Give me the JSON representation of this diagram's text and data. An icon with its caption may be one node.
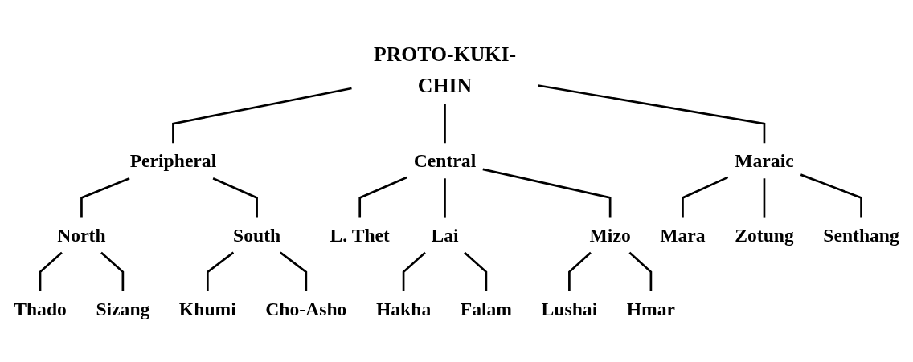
{
  "diagram": {
    "nodes": [
      {
        "text": [
          "PROTO-KUKI-CHIN"
        ]
      },
      {
        "text": [
          "Peripheral"
        ]
      },
      {
        "text": [
          "Central"
        ]
      },
      {
        "text": [
          "Maraic"
        ]
      },
      {
        "text": [
          "North"
        ]
      },
      {
        "text": [
          "South"
        ]
      },
      {
        "text": [
          "Thado"
        ]
      },
      {
        "text": [
          "Sizang"
        ]
      },
      {
        "text": [
          "Khumi"
        ]
      },
      {
        "text": [
          "Cho-Asho"
        ]
      },
      {
        "text": [
          "L. Thet"
        ]
      },
      {
        "text": [
          "Lai"
        ]
      },
      {
        "text": [
          "Mizo"
        ]
      },
      {
        "text": [
          "Hakha"
        ]
      },
      {
        "text": [
          "Falam"
        ]
      },
      {
        "text": [
          "Lushai"
        ]
      },
      {
        "text": [
          "Hmar"
        ]
      },
      {
        "text": [
          "Mara"
        ]
      },
      {
        "text": [
          "Zotung"
        ]
      },
      {
        "text": [
          "Senthang"
        ]
      }
    ],
    "edges": [
      {
        "from": 0,
        "to": 1,
        "arrow": "none"
      },
      {
        "from": 0,
        "to": 2,
        "arrow": "none"
      },
      {
        "from": 0,
        "to": 3,
        "arrow": "none"
      },
      {
        "from": 1,
        "to": 4,
        "arrow": "none"
      },
      {
        "from": 1,
        "to": 5,
        "arrow": "none"
      },
      {
        "from": 4,
        "to": 6,
        "arrow": "none"
      },
      {
        "from": 4,
        "to": 7,
        "arrow": "none"
      },
      {
        "from": 5,
        "to": 8,
        "arrow": "none"
      },
      {
        "from": 5,
        "to": 9,
        "arrow": "none"
      },
      {
        "from": 2,
        "to": 10,
        "arrow": "none"
      },
      {
        "from": 2,
        "to": 11,
        "arrow": "none"
      },
      {
        "from": 2,
        "to": 12,
        "arrow": "none"
      },
      {
        "from": 11,
        "to": 13,
        "arrow": "none"
      },
      {
        "from": 11,
        "to": 14,
        "arrow": "none"
      },
      {
        "from": 12,
        "to": 15,
        "arrow": "none"
      },
      {
        "from": 12,
        "to": 16,
        "arrow": "none"
      },
      {
        "from": 3,
        "to": 17,
        "arrow": "none"
      },
      {
        "from": 3,
        "to": 18,
        "arrow": "none"
      },
      {
        "from": 3,
        "to": 19,
        "arrow": "none"
      }
    ]
  }
}
